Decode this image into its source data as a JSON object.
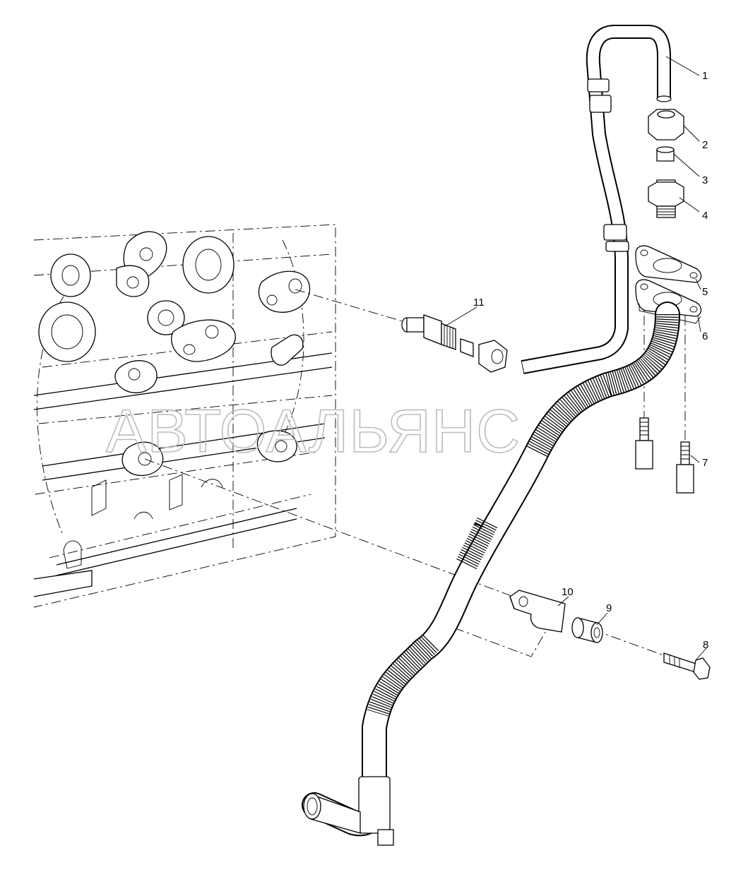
{
  "watermark": "АВТОАЛЬЯНС",
  "callouts": [
    {
      "id": "1",
      "label": "1"
    },
    {
      "id": "2",
      "label": "2"
    },
    {
      "id": "3",
      "label": "3"
    },
    {
      "id": "4",
      "label": "4"
    },
    {
      "id": "5",
      "label": "5"
    },
    {
      "id": "6",
      "label": "6"
    },
    {
      "id": "7",
      "label": "7"
    },
    {
      "id": "8",
      "label": "8"
    },
    {
      "id": "9",
      "label": "9"
    },
    {
      "id": "10",
      "label": "10"
    },
    {
      "id": "11",
      "label": "11"
    }
  ]
}
